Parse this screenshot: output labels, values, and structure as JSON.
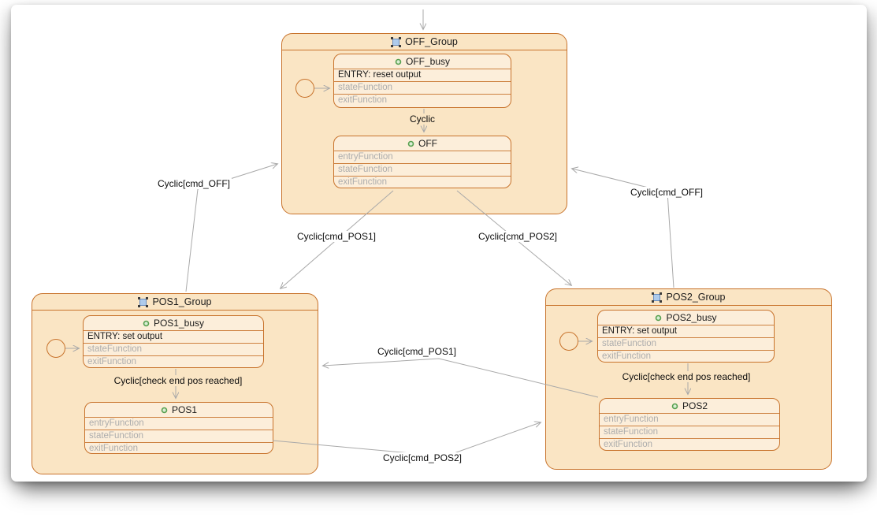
{
  "colors": {
    "group_fill": "#FAE5C4",
    "state_fill": "#FCEEDA",
    "border_orange": "#C8732C",
    "muted_text": "#ADADAD",
    "edge_gray": "#A9A9A9",
    "group_icon_blue": "#AECBEC",
    "state_icon_green": "#58A050"
  },
  "groups": [
    {
      "title": "OFF_Group",
      "states": [
        {
          "title": "OFF_busy",
          "rows": [
            "ENTRY: reset output",
            "stateFunction",
            "exitFunction"
          ]
        },
        {
          "title": "OFF",
          "rows": [
            "entryFunction",
            "stateFunction",
            "exitFunction"
          ]
        }
      ]
    },
    {
      "title": "POS1_Group",
      "states": [
        {
          "title": "POS1_busy",
          "rows": [
            "ENTRY: set output",
            "stateFunction",
            "exitFunction"
          ]
        },
        {
          "title": "POS1",
          "rows": [
            "entryFunction",
            "stateFunction",
            "exitFunction"
          ]
        }
      ]
    },
    {
      "title": "POS2_Group",
      "states": [
        {
          "title": "POS2_busy",
          "rows": [
            "ENTRY: set output",
            "stateFunction",
            "exitFunction"
          ]
        },
        {
          "title": "POS2",
          "rows": [
            "entryFunction",
            "stateFunction",
            "exitFunction"
          ]
        }
      ]
    }
  ],
  "transitions": [
    {
      "label": "Cyclic",
      "from": "OFF_busy",
      "to": "OFF"
    },
    {
      "label": "Cyclic[check end pos reached]",
      "from": "POS1_busy",
      "to": "POS1"
    },
    {
      "label": "Cyclic[check end pos reached]",
      "from": "POS2_busy",
      "to": "POS2"
    },
    {
      "label": "Cyclic[cmd_OFF]",
      "from": "POS1_Group",
      "to": "OFF_Group"
    },
    {
      "label": "Cyclic[cmd_POS1]",
      "from": "OFF",
      "to": "POS1_Group"
    },
    {
      "label": "Cyclic[cmd_POS2]",
      "from": "OFF",
      "to": "POS2_Group"
    },
    {
      "label": "Cyclic[cmd_OFF]",
      "from": "POS2_Group",
      "to": "OFF_Group"
    },
    {
      "label": "Cyclic[cmd_POS1]",
      "from": "POS2",
      "to": "POS1_Group"
    },
    {
      "label": "Cyclic[cmd_POS2]",
      "from": "POS1",
      "to": "POS2_Group"
    }
  ]
}
